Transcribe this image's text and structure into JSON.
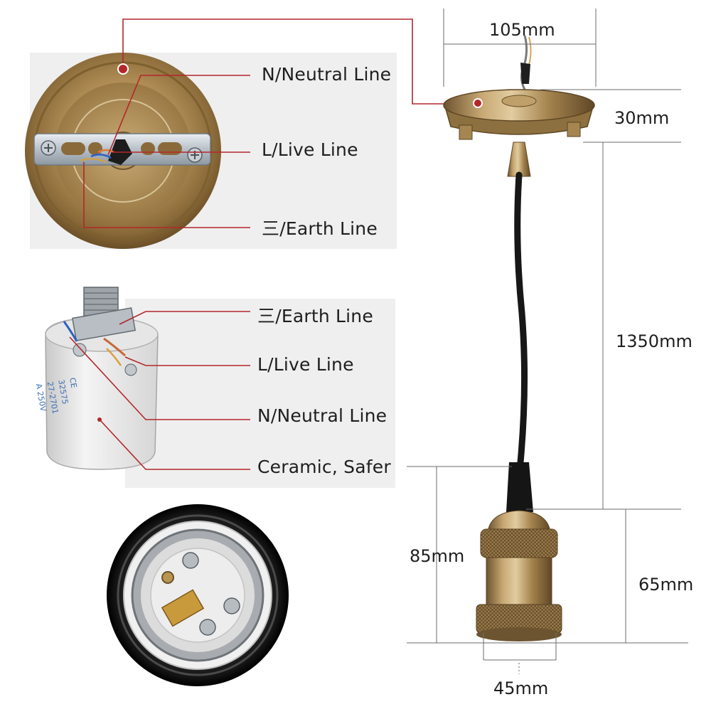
{
  "canopy_labels": {
    "neutral": "N/Neutral Line",
    "live": "L/Live Line",
    "earth": "三/Earth Line"
  },
  "socket_labels": {
    "earth": "三/Earth Line",
    "live": "L/Live Line",
    "neutral": "N/Neutral Line",
    "ceramic": "Ceramic, Safer"
  },
  "socket_print": {
    "mark": "CE",
    "line1": "32575",
    "line2": "27-2701",
    "line3": "A 250V"
  },
  "dimensions": {
    "canopy_width": "105mm",
    "canopy_height": "30mm",
    "cable_length": "1350mm",
    "holder_total": "85mm",
    "holder_body": "65mm",
    "holder_diameter": "45mm"
  },
  "colors": {
    "leader_line": "#b3272b",
    "marker": "#b3272b",
    "brass": "#a8864f",
    "panel": "#efefef"
  }
}
